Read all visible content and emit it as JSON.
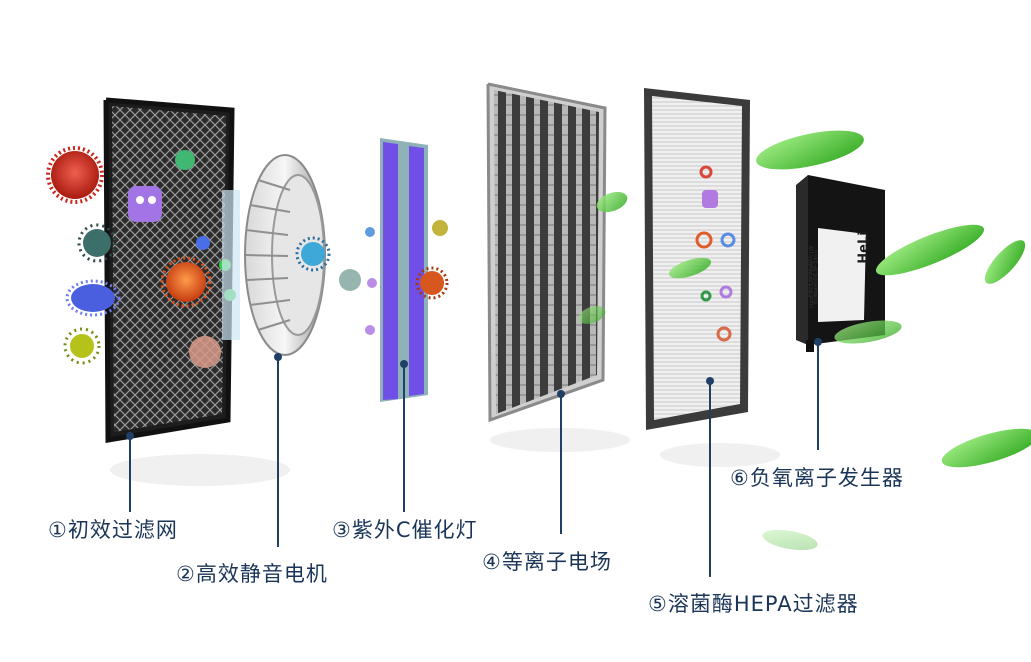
{
  "components": [
    {
      "label": "①初效过滤网"
    },
    {
      "label": "②高效静音电机"
    },
    {
      "label": "③紫外C催化灯"
    },
    {
      "label": "④等离子电场"
    },
    {
      "label": "⑤溶菌酶HEPA过滤器"
    },
    {
      "label": "⑥负氧离子发生器"
    }
  ],
  "device_plate": {
    "brand": "HeLi",
    "text_lines": [
      "Anion Generator",
      "Model:HL-ZF 18",
      "Input:DC12V Power:<1W",
      "Output:DC-7.0~7.0kV"
    ]
  },
  "colors": {
    "label": "#1a3558",
    "callout": "#1f3f66",
    "uv_lamp": "#6f4fe6",
    "leaf": "#49c832"
  }
}
